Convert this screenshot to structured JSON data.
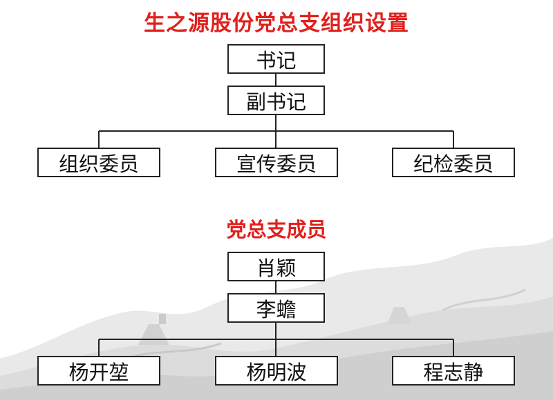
{
  "org_chart": {
    "title": "生之源股份党总支组织设置",
    "secretary": "书记",
    "deputy_secretary": "副书记",
    "committee_members": [
      "组织委员",
      "宣传委员",
      "纪检委员"
    ]
  },
  "members_chart": {
    "title": "党总支成员",
    "secretary_name": "肖颖",
    "deputy_secretary_name": "李蟾",
    "member_names": [
      "杨开堃",
      "杨明波",
      "程志静"
    ]
  }
}
